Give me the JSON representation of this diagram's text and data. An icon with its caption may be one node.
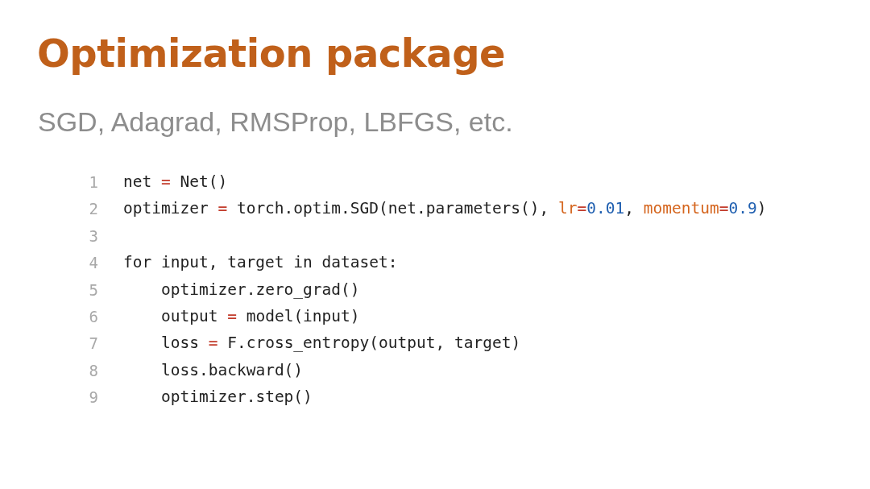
{
  "diagram": {
    "title": "Optimization package",
    "labels": [
      "SGD, Adagrad, RMSProp, LBFGS, etc.",
      "1",
      "net = Net()",
      "2",
      "optimizer = torch.optim.SGD(net.parameters(), lr=0.01, momentum=0.9)",
      "3",
      "4",
      "for input, target in dataset:",
      "5",
      "optimizer.zero_grad()",
      "6",
      "output = model(input)",
      "7",
      "loss = F.cross_entropy(output, target)",
      "8",
      "loss.backward()",
      "9",
      "optimizer.step()"
    ]
  }
}
